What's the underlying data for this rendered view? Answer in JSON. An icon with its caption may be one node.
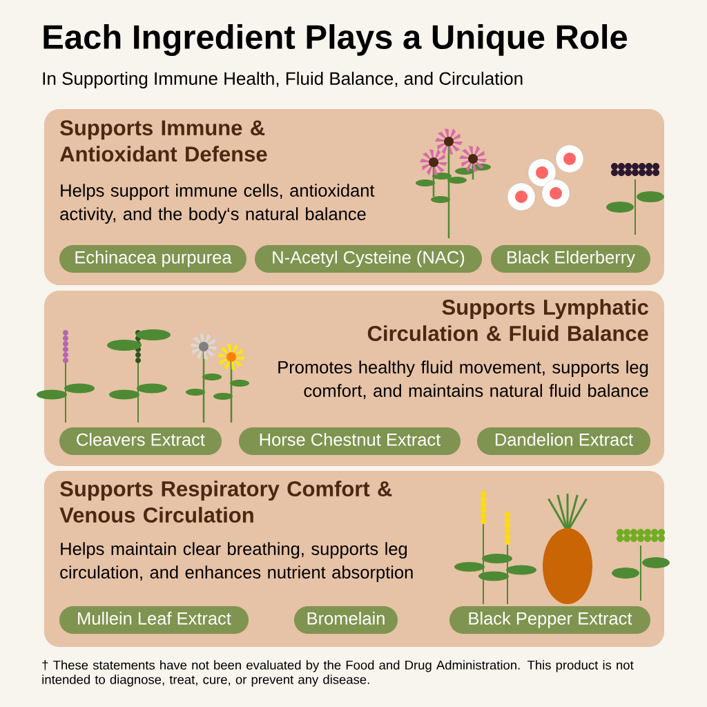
{
  "diagram": {
    "title": "Each Ingredient Plays a Unique Role",
    "nodes": [
      {
        "text": [
          "Supports Immune & Antioxidant Defense",
          "Helps support immune cells, antioxidant activity, and the body‘s natural balance"
        ]
      },
      {
        "text": [
          "Echinacea purpurea"
        ],
        "in": 0
      },
      {
        "text": [
          "N-Acetyl Cysteine (NAC)"
        ],
        "in": 0
      },
      {
        "text": [
          "Black Elderberry"
        ],
        "in": 0
      },
      {
        "text": [
          "Supports Lymphatic Circulation & Fluid Balance",
          "Promotes healthy fluid movement, supports leg comfort, and maintains natural fluid balance"
        ]
      },
      {
        "text": [
          "Cleavers Extract"
        ],
        "in": 4
      },
      {
        "text": [
          "Horse Chestnut Extract"
        ],
        "in": 4
      },
      {
        "text": [
          "Dandelion Extract"
        ],
        "in": 4
      },
      {
        "text": [
          "Supports Respiratory Comfort & Venous Circulation",
          "Helps maintain clear breathing, supports leg circulation, and enhances nutrient absorption"
        ]
      },
      {
        "text": [
          "Mullein Leaf Extract"
        ],
        "in": 8
      },
      {
        "text": [
          "Bromelain"
        ],
        "in": 8
      },
      {
        "text": [
          "Black Pepper Extract"
        ],
        "in": 8
      }
    ],
    "labels": [
      "In Supporting Immune Health, Fluid Balance, and Circulation",
      "† These statements have not been evaluated by the Food and Drug Administration. This product is not intended to diagnose, treat, cure, or prevent any disease."
    ]
  }
}
